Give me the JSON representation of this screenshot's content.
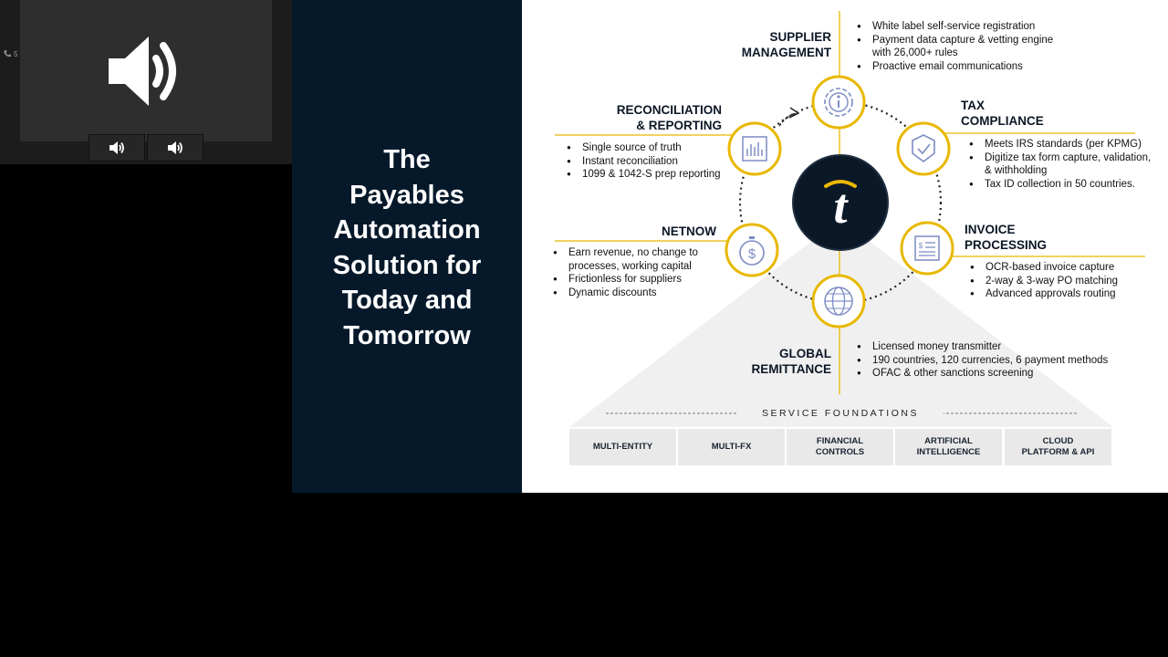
{
  "call_tile": {
    "speaker_icon": "speaker-icon",
    "mini_label": "5",
    "buttons": [
      {
        "name": "audio-button-1",
        "icon": "speaker-icon"
      },
      {
        "name": "audio-button-2",
        "icon": "speaker-icon"
      }
    ]
  },
  "headline": "The\nPayables\nAutomation\nSolution for\nToday and\nTomorrow",
  "colors": {
    "navy": "#06192a",
    "gold": "#e8b800",
    "icon_blue": "#7c8cc4"
  },
  "diagram": {
    "logo_letter": "t",
    "sections": {
      "supplier_management": {
        "title": "SUPPLIER\nMANAGEMENT",
        "icon": "gear-info-icon",
        "bullets": [
          "White label self-service registration",
          "Payment data capture & vetting engine\n with 26,000+ rules",
          "Proactive email communications"
        ]
      },
      "tax_compliance": {
        "title": "TAX\nCOMPLIANCE",
        "icon": "shield-check-icon",
        "bullets": [
          "Meets IRS standards (per KPMG)",
          "Digitize tax form capture, validation,\n & withholding",
          "Tax ID collection in 50 countries."
        ]
      },
      "reconciliation": {
        "title": "RECONCILIATION\n& REPORTING",
        "icon": "bar-chart-icon",
        "bullets": [
          "Single source of truth",
          "Instant reconciliation",
          "1099 & 1042-S prep reporting"
        ]
      },
      "netnow": {
        "title": "NETNOW",
        "icon": "stopwatch-dollar-icon",
        "bullets": [
          "Earn revenue, no change to\n processes, working capital",
          "Frictionless for suppliers",
          "Dynamic discounts"
        ]
      },
      "invoice_processing": {
        "title": "INVOICE\nPROCESSING",
        "icon": "invoice-icon",
        "bullets": [
          "OCR-based invoice capture",
          "2-way & 3-way PO matching",
          "Advanced approvals routing"
        ]
      },
      "global_remittance": {
        "title": "GLOBAL\nREMITTANCE",
        "icon": "globe-icon",
        "bullets": [
          "Licensed money transmitter",
          "190 countries, 120 currencies, 6 payment methods",
          "OFAC & other sanctions screening"
        ]
      }
    },
    "foundations": {
      "title": "SERVICE FOUNDATIONS",
      "items": [
        "MULTI-ENTITY",
        "MULTI-FX",
        "FINANCIAL\nCONTROLS",
        "ARTIFICIAL\nINTELLIGENCE",
        "CLOUD\nPLATFORM & API"
      ]
    }
  }
}
